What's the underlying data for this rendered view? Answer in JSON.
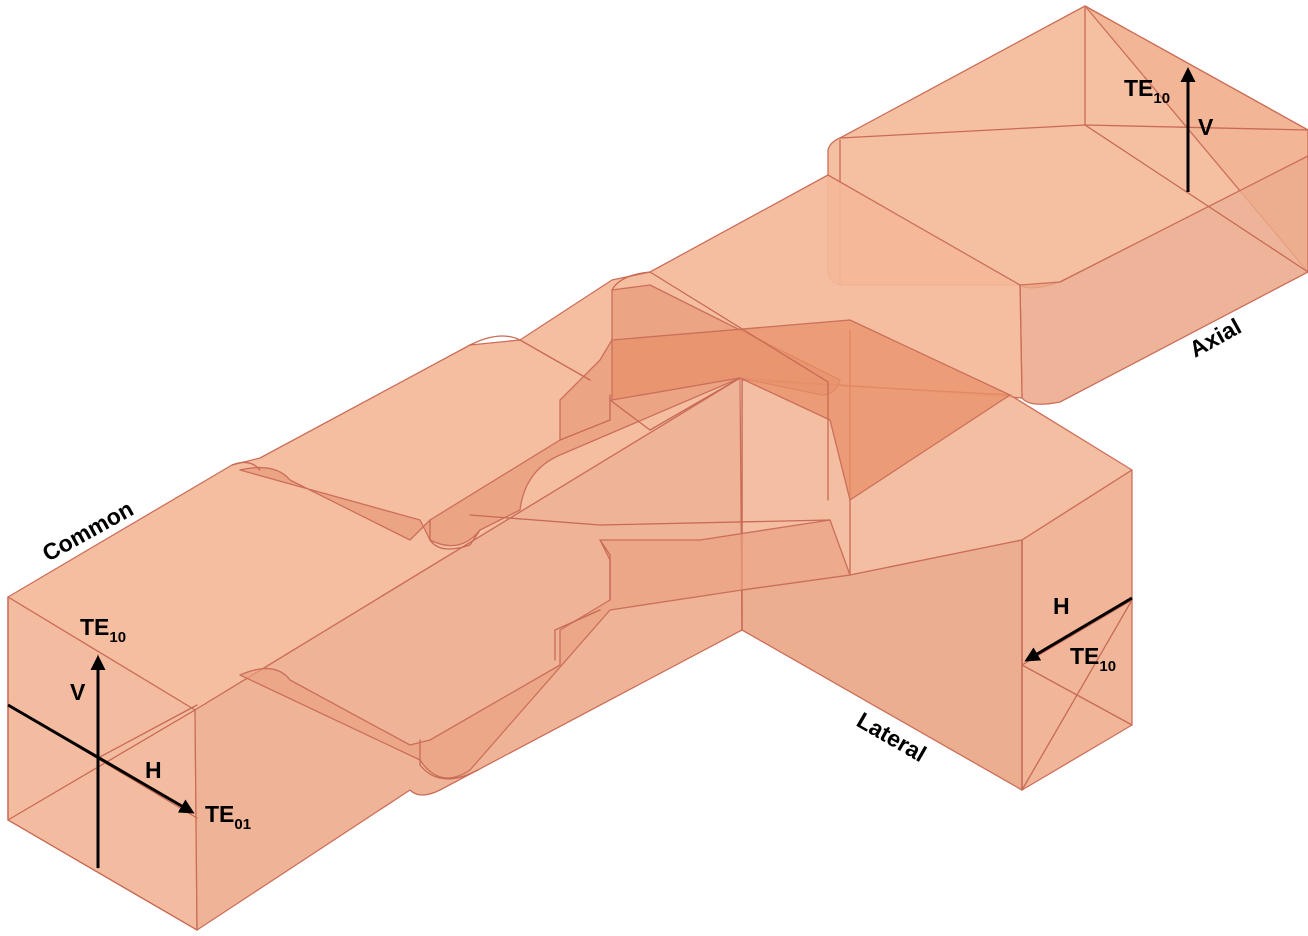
{
  "colors": {
    "body_fill": "#f4b998",
    "body_edge": "#cc6f5a",
    "inner_fill": "#e89a78",
    "arrow": "#000000"
  },
  "ports": {
    "common": "Common",
    "axial": "Axial",
    "lateral": "Lateral"
  },
  "common_port": {
    "mode_v_main": "TE",
    "mode_v_sub": "10",
    "mode_h_main": "TE",
    "mode_h_sub": "01",
    "v_label": "V",
    "h_label": "H"
  },
  "axial_port": {
    "mode_main": "TE",
    "mode_sub": "10",
    "v_label": "V"
  },
  "lateral_port": {
    "mode_main": "TE",
    "mode_sub": "10",
    "h_label": "H"
  }
}
